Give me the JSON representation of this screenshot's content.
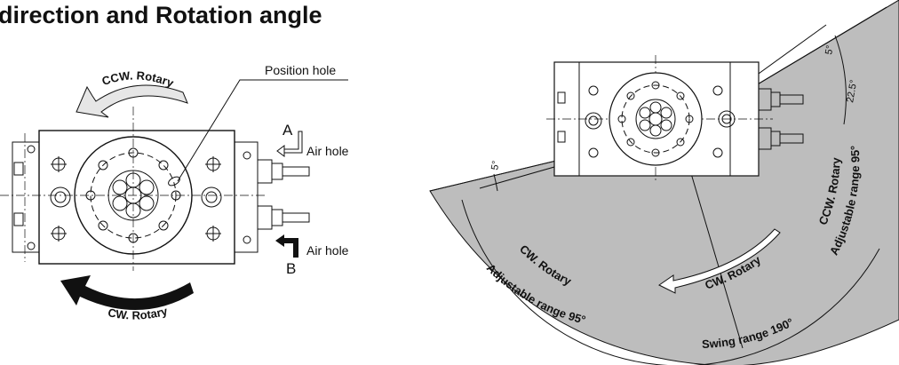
{
  "title": "direction and Rotation angle",
  "left_diagram": {
    "position_hole_label": "Position hole",
    "port_a_letter": "A",
    "port_b_letter": "B",
    "air_hole_top_label": "Air hole",
    "air_hole_bottom_label": "Air hole",
    "ccw_label": "CCW. Rotary",
    "cw_label": "CW. Rotary"
  },
  "right_diagram": {
    "angle_top_small": "5°",
    "angle_top_large": "22.5°",
    "angle_left_small": "5°",
    "ccw_label": "CCW. Rotary",
    "ccw_adjustable": "Adjustable range 95°",
    "cw_label": "CW. Rotary",
    "cw_adjustable": "Adjustable range 95°",
    "cw_arrow_label": "CW. Rotary",
    "swing_range": "Swing range 190°"
  },
  "colors": {
    "sector_fill": "#bdbdbd",
    "arrow_ccw_fill": "#e6e6e6",
    "arrow_cw_fill": "#111111"
  }
}
